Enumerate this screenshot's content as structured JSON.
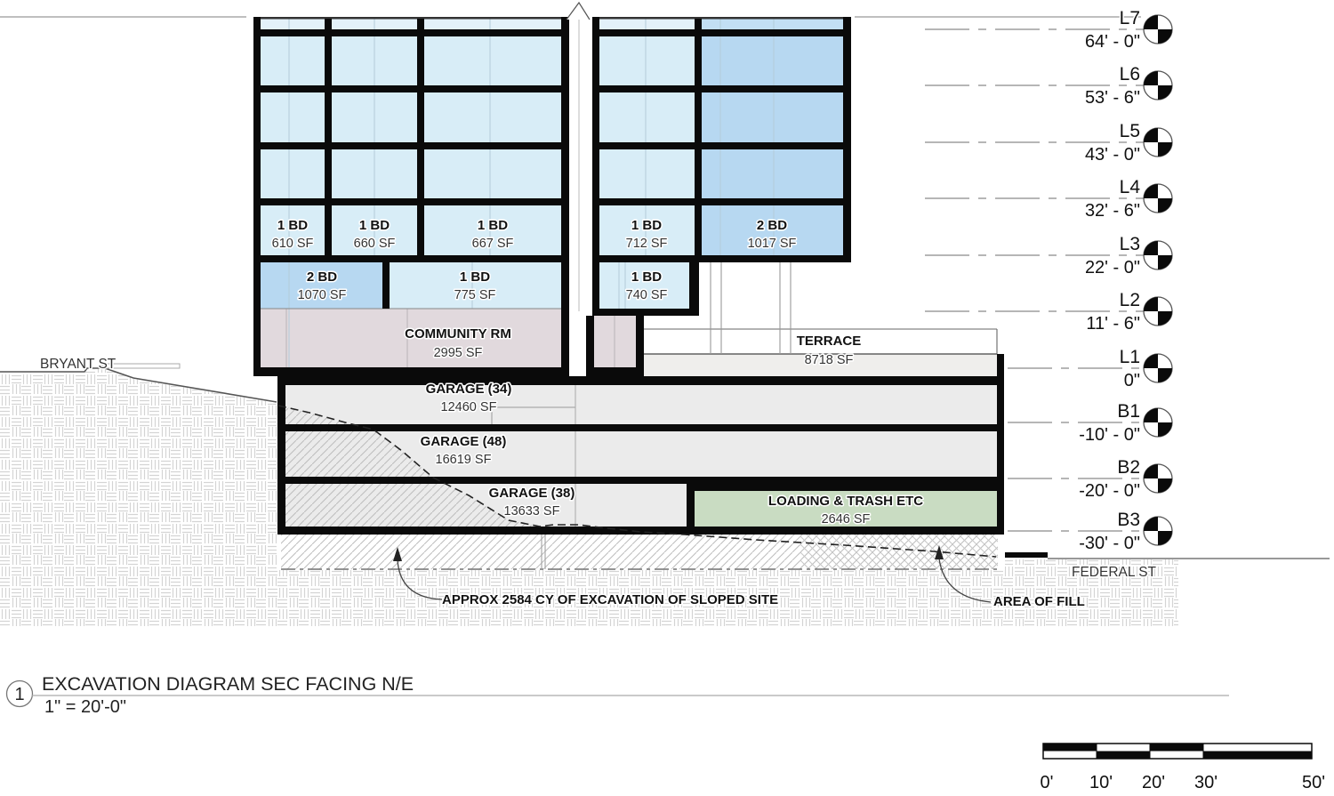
{
  "levels": [
    {
      "name": "L7",
      "elev": "64' - 0\""
    },
    {
      "name": "L6",
      "elev": "53' - 6\""
    },
    {
      "name": "L5",
      "elev": "43' - 0\""
    },
    {
      "name": "L4",
      "elev": "32' - 6\""
    },
    {
      "name": "L3",
      "elev": "22' - 0\""
    },
    {
      "name": "L2",
      "elev": "11' - 6\""
    },
    {
      "name": "L1",
      "elev": "0\""
    },
    {
      "name": "B1",
      "elev": "-10' - 0\""
    },
    {
      "name": "B2",
      "elev": "-20' - 0\""
    },
    {
      "name": "B3",
      "elev": "-30' - 0\""
    }
  ],
  "units": [
    {
      "type": "1 BD",
      "area": "610 SF"
    },
    {
      "type": "1 BD",
      "area": "660 SF"
    },
    {
      "type": "1 BD",
      "area": "667 SF"
    },
    {
      "type": "1 BD",
      "area": "712 SF"
    },
    {
      "type": "2 BD",
      "area": "1017 SF"
    },
    {
      "type": "2 BD",
      "area": "1070 SF"
    },
    {
      "type": "1 BD",
      "area": "775 SF"
    },
    {
      "type": "1 BD",
      "area": "740 SF"
    }
  ],
  "rooms": [
    {
      "name": "COMMUNITY RM",
      "area": "2995 SF"
    },
    {
      "name": "TERRACE",
      "area": "8718 SF"
    },
    {
      "name": "GARAGE (34)",
      "area": "12460 SF"
    },
    {
      "name": "GARAGE (48)",
      "area": "16619 SF"
    },
    {
      "name": "GARAGE (38)",
      "area": "13633 SF"
    },
    {
      "name": "LOADING & TRASH ETC",
      "area": "2646 SF"
    }
  ],
  "streets": {
    "left": "BRYANT ST",
    "right": "FEDERAL ST"
  },
  "annotations": {
    "excavation": "APPROX 2584 CY OF EXCAVATION OF SLOPED SITE",
    "fill": "AREA OF FILL"
  },
  "title": {
    "number": "1",
    "text": "EXCAVATION DIAGRAM SEC FACING N/E",
    "scale": "1\" = 20'-0\""
  },
  "scale_bar": {
    "labels": [
      "0'",
      "10'",
      "20'",
      "30'",
      "50'"
    ]
  },
  "colors": {
    "glass": "#d8edf7",
    "glass_dark": "#b7d8f1",
    "community": "#e1d9dd",
    "garage": "#ebebeb",
    "loading": "#c9dcc2",
    "ink": "#0a0a0a"
  }
}
